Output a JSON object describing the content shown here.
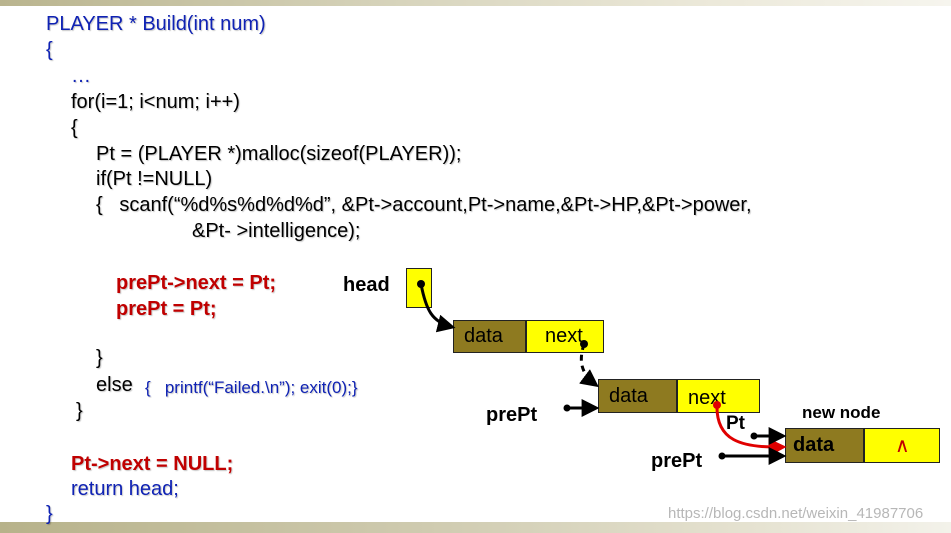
{
  "code": {
    "line1": "PLAYER * Build(int num)",
    "line2": "{",
    "line3": "…",
    "line4": "for(i=1; i<num; i++)",
    "line5": "{",
    "line6": "Pt = (PLAYER *)malloc(sizeof(PLAYER));",
    "line7": "if(Pt !=NULL)",
    "line8": "{   scanf(“%d%s%d%d%d”, &Pt->account,Pt->name,&Pt->HP,&Pt->power,",
    "line9": "&Pt- >intelligence);",
    "line10": "prePt->next = Pt;",
    "line11": "prePt = Pt;",
    "line12": "}",
    "line13_else": "else",
    "line13_body": "{   printf(“Failed.\\n”); exit(0);}",
    "line14": "}",
    "line15": "Pt->next = NULL;",
    "line16": "return head;",
    "line17": "}"
  },
  "diagram": {
    "head_label": "head",
    "prept_label_1": "prePt",
    "prept_label_2": "prePt",
    "pt_label": "Pt",
    "new_node_label": "new node",
    "node1_data": "data",
    "node1_next": "next",
    "node2_data": "data",
    "node2_next": "next",
    "node3_data": "data",
    "node3_next": "∧"
  },
  "colors": {
    "code_blue": "#0f22b4",
    "highlight_red": "#c00000",
    "node_data": "#8e7a20",
    "node_next": "#ffff00",
    "new_link_red": "#e00000"
  },
  "watermark": "https://blog.csdn.net/weixin_41987706"
}
